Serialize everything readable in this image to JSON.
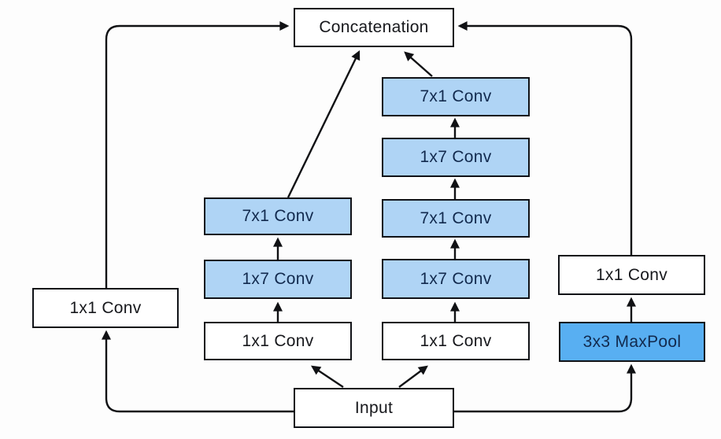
{
  "diagram": {
    "type": "flowchart",
    "description": "Inception module with factorized 7x7 convolutions",
    "nodes": {
      "concatenation": {
        "label": "Concatenation"
      },
      "input": {
        "label": "Input"
      },
      "branch1_conv1x1": {
        "label": "1x1 Conv"
      },
      "branch2_conv7x1": {
        "label": "7x1 Conv"
      },
      "branch2_conv1x7": {
        "label": "1x7 Conv"
      },
      "branch2_conv1x1": {
        "label": "1x1 Conv"
      },
      "branch3_conv7x1_top": {
        "label": "7x1 Conv"
      },
      "branch3_conv1x7_upper": {
        "label": "1x7 Conv"
      },
      "branch3_conv7x1_mid": {
        "label": "7x1 Conv"
      },
      "branch3_conv1x7_lower": {
        "label": "1x7 Conv"
      },
      "branch3_conv1x1": {
        "label": "1x1 Conv"
      },
      "branch4_conv1x1": {
        "label": "1x1 Conv"
      },
      "branch4_maxpool": {
        "label": "3x3 MaxPool"
      }
    },
    "edges": [
      {
        "from": "input",
        "to": "branch1_conv1x1"
      },
      {
        "from": "branch1_conv1x1",
        "to": "concatenation"
      },
      {
        "from": "input",
        "to": "branch2_conv1x1"
      },
      {
        "from": "branch2_conv1x1",
        "to": "branch2_conv1x7"
      },
      {
        "from": "branch2_conv1x7",
        "to": "branch2_conv7x1"
      },
      {
        "from": "branch2_conv7x1",
        "to": "concatenation"
      },
      {
        "from": "input",
        "to": "branch3_conv1x1"
      },
      {
        "from": "branch3_conv1x1",
        "to": "branch3_conv1x7_lower"
      },
      {
        "from": "branch3_conv1x7_lower",
        "to": "branch3_conv7x1_mid"
      },
      {
        "from": "branch3_conv7x1_mid",
        "to": "branch3_conv1x7_upper"
      },
      {
        "from": "branch3_conv1x7_upper",
        "to": "branch3_conv7x1_top"
      },
      {
        "from": "branch3_conv7x1_top",
        "to": "concatenation"
      },
      {
        "from": "input",
        "to": "branch4_maxpool"
      },
      {
        "from": "branch4_maxpool",
        "to": "branch4_conv1x1"
      },
      {
        "from": "branch4_conv1x1",
        "to": "concatenation"
      }
    ],
    "colors": {
      "canvas_bg": "#fdfdfd",
      "box_white_fill": "#ffffff",
      "box_blue_fill": "#afd4f5",
      "box_pool_fill": "#58aff2",
      "box_border": "#101217",
      "blue_text": "#122a4e",
      "dark_text": "#17181c",
      "arrow": "#101114"
    }
  }
}
